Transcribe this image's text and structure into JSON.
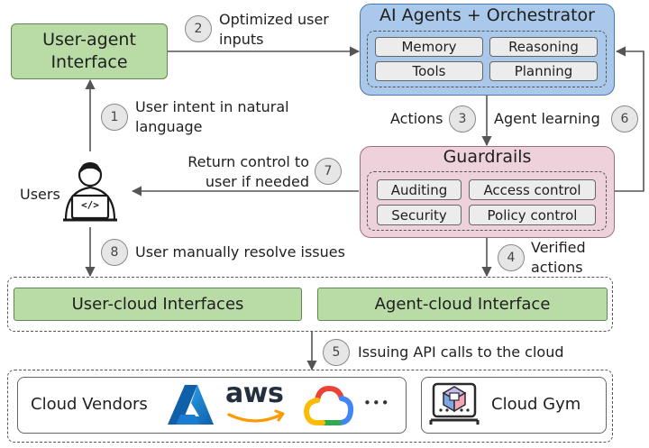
{
  "user_agent_interface": "User-agent\nInterface",
  "orchestrator": {
    "title": "AI Agents + Orchestrator",
    "items": [
      "Memory",
      "Reasoning",
      "Tools",
      "Planning"
    ]
  },
  "guardrails": {
    "title": "Guardrails",
    "items": [
      "Auditing",
      "Access control",
      "Security",
      "Policy control"
    ]
  },
  "users_label": "Users",
  "laptop_symbol": "</>",
  "interfaces": {
    "user_cloud": "User-cloud Interfaces",
    "agent_cloud": "Agent-cloud Interface"
  },
  "cloud": {
    "vendors_label": "Cloud Vendors",
    "aws_label": "aws",
    "more": "•••",
    "gym_label": "Cloud Gym"
  },
  "steps": [
    {
      "num": "1",
      "text": "User intent in natural\nlanguage"
    },
    {
      "num": "2",
      "text": "Optimized user\ninputs"
    },
    {
      "num": "3",
      "text": "Actions"
    },
    {
      "num": "4",
      "text": "Verified\nactions"
    },
    {
      "num": "5",
      "text": "Issuing API calls to the cloud"
    },
    {
      "num": "6",
      "text": "Agent learning"
    },
    {
      "num": "7",
      "text": "Return control to\nuser if needed"
    },
    {
      "num": "8",
      "text": "User manually resolve issues"
    }
  ],
  "colors": {
    "green_fill": "#b9dba6",
    "blue_fill": "#a9c8ea",
    "pink_fill": "#edd2dc",
    "arrow": "#555555"
  }
}
